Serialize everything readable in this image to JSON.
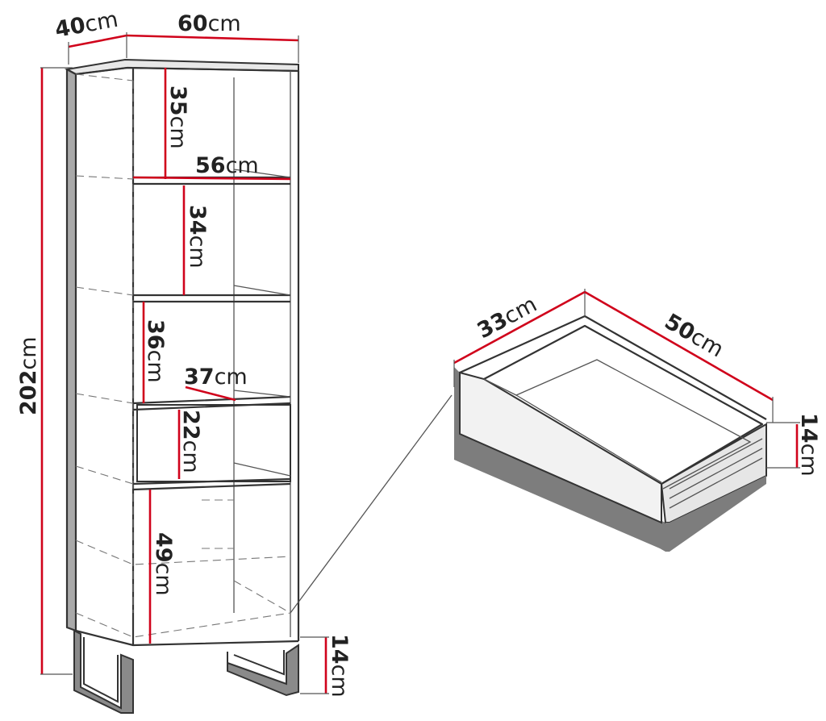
{
  "dimensions": {
    "depth": {
      "value": "40",
      "unit": "cm"
    },
    "width": {
      "value": "60",
      "unit": "cm"
    },
    "height": {
      "value": "202",
      "unit": "cm"
    },
    "shelf1": {
      "value": "35",
      "unit": "cm"
    },
    "inner_width": {
      "value": "56",
      "unit": "cm"
    },
    "shelf2": {
      "value": "34",
      "unit": "cm"
    },
    "shelf3": {
      "value": "36",
      "unit": "cm"
    },
    "inner_depth": {
      "value": "37",
      "unit": "cm"
    },
    "drawer_niche": {
      "value": "22",
      "unit": "cm"
    },
    "bottom": {
      "value": "49",
      "unit": "cm"
    },
    "legs": {
      "value": "14",
      "unit": "cm"
    },
    "drawer_depth": {
      "value": "33",
      "unit": "cm"
    },
    "drawer_width": {
      "value": "50",
      "unit": "cm"
    },
    "drawer_height": {
      "value": "14",
      "unit": "cm"
    }
  },
  "colors": {
    "dimension_line": "#d0021b",
    "outline": "#333333",
    "shadow": "#7d7d7d"
  }
}
